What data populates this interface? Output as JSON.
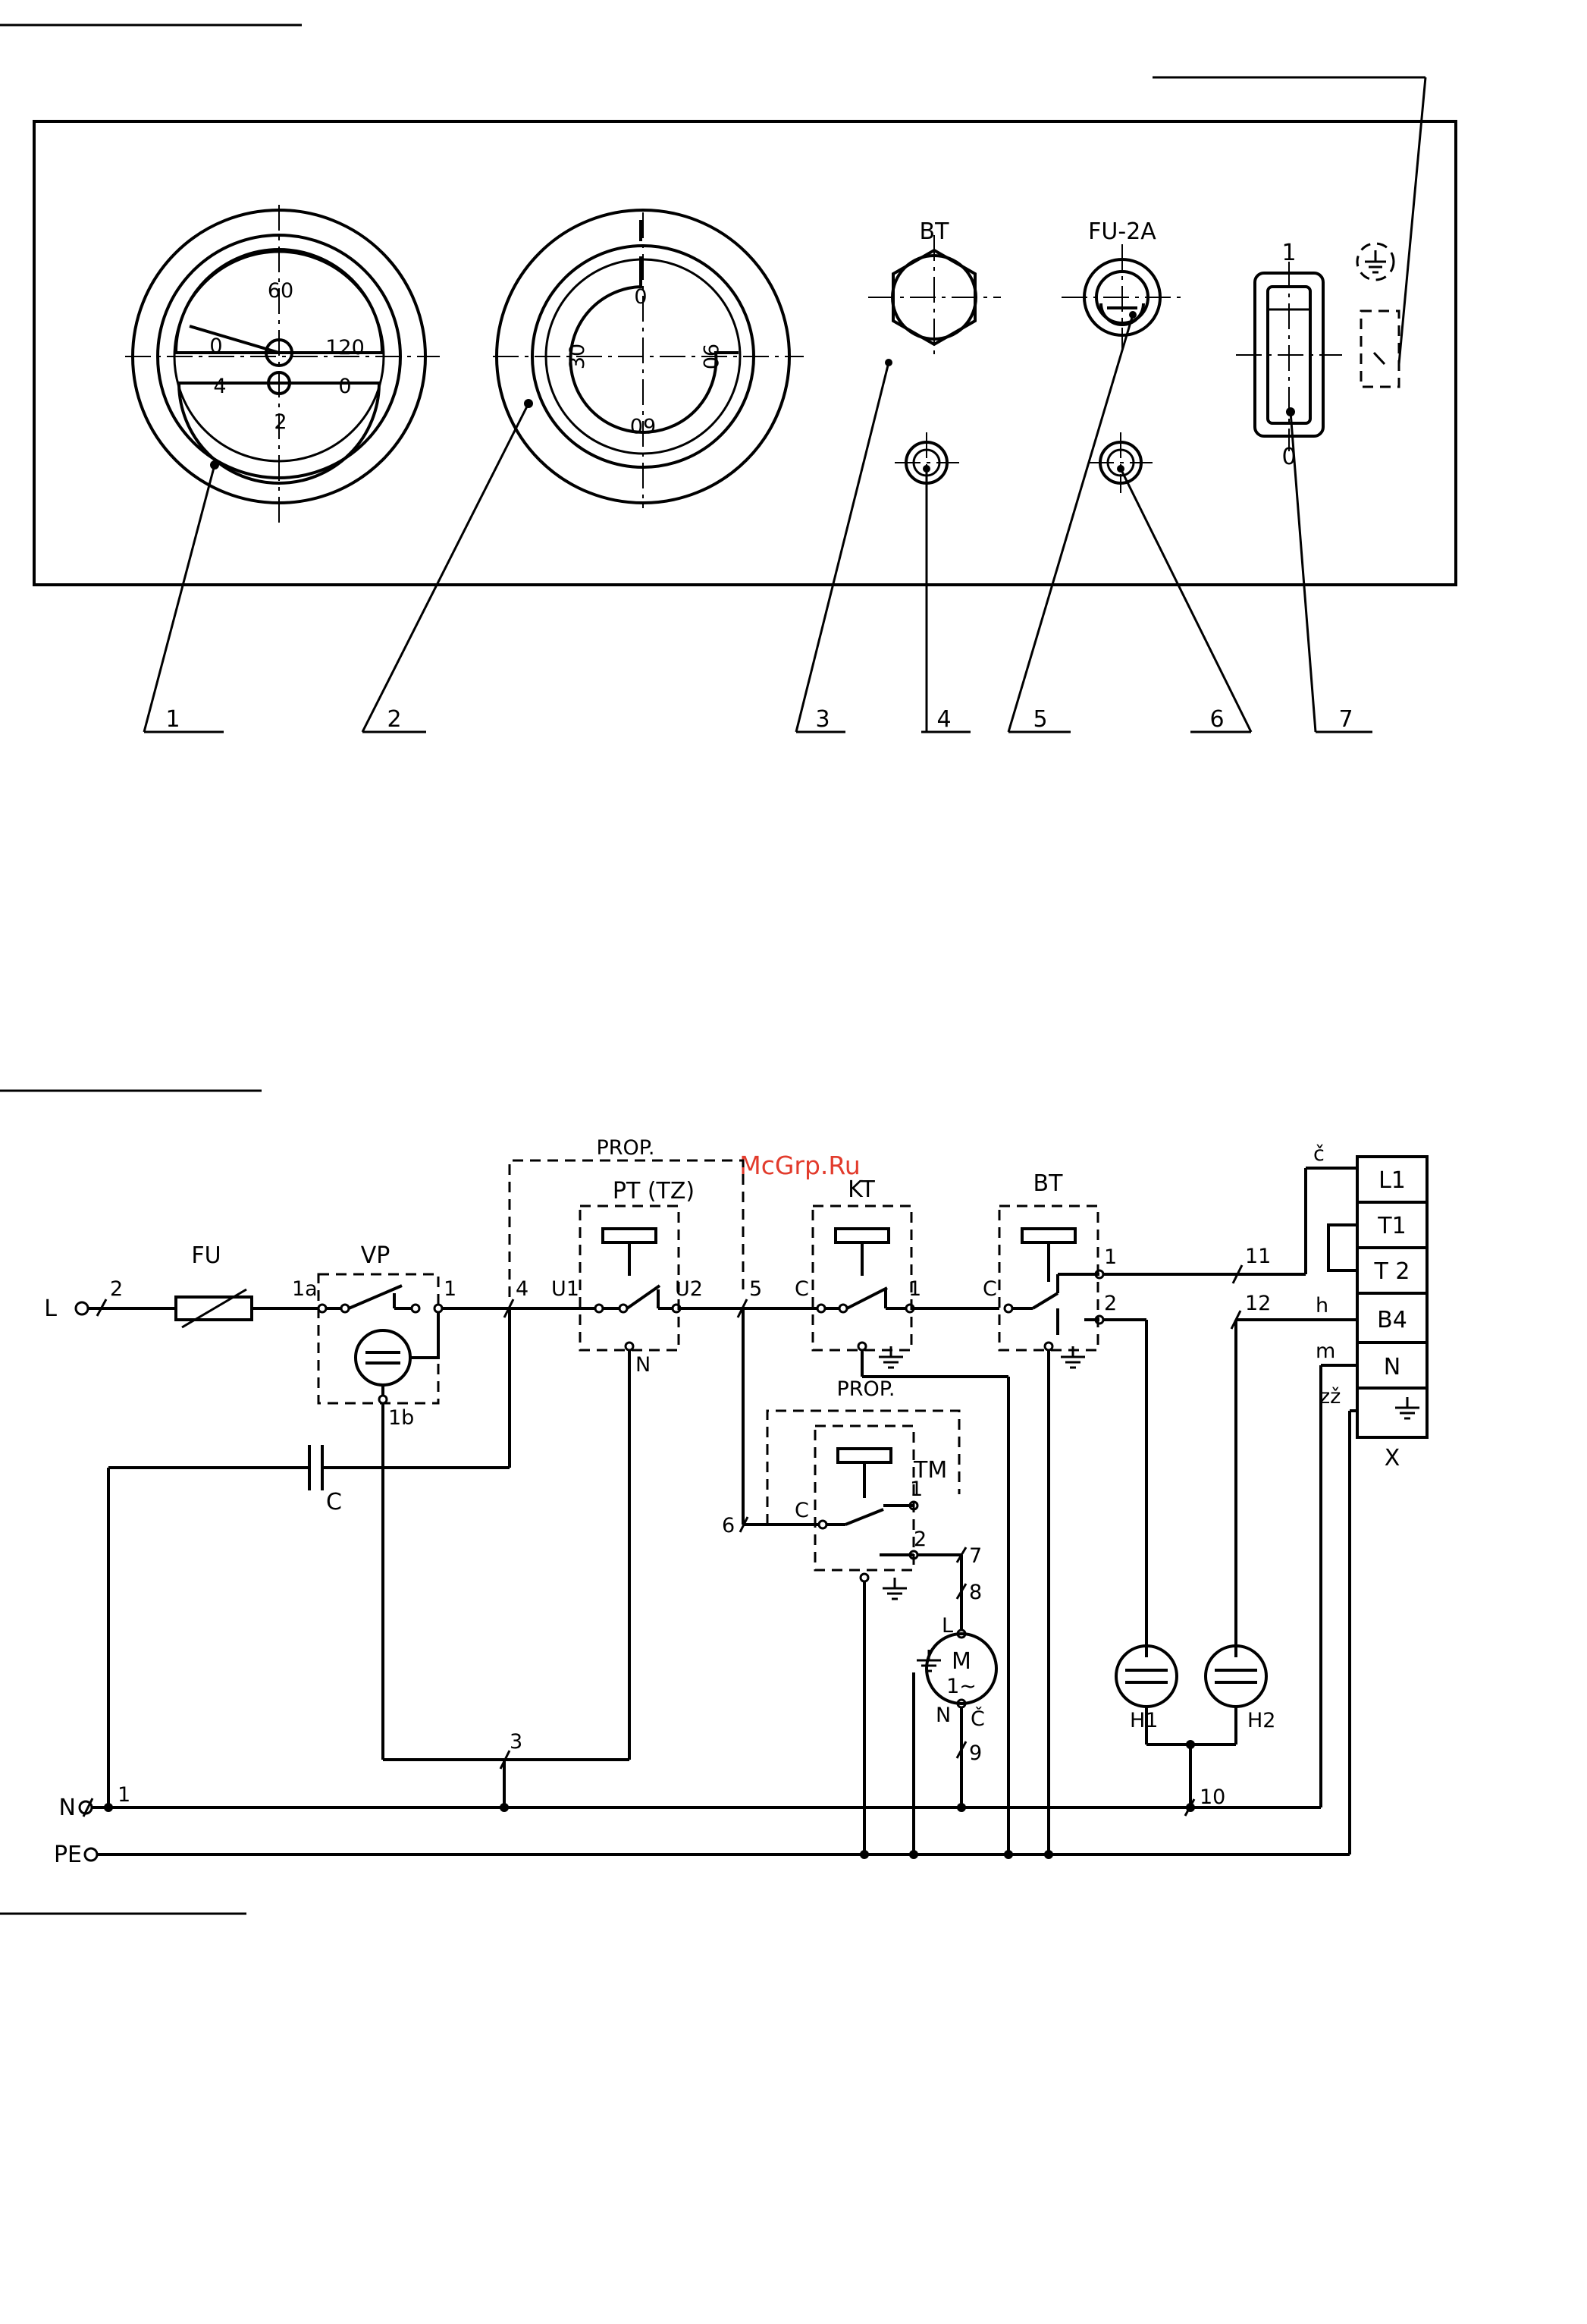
{
  "watermark": "McGrp.Ru",
  "panel": {
    "gauge1": {
      "scale_top": [
        "60",
        "0",
        "120"
      ],
      "scale_bottom": [
        "4",
        "0",
        "2"
      ]
    },
    "gauge2": {
      "scale": [
        "0",
        "30",
        "90",
        "60"
      ]
    },
    "bt_label": "BT",
    "fuse_label": "FU-2A",
    "switch_on": "1",
    "switch_off": "0",
    "callouts": [
      "1",
      "2",
      "3",
      "4",
      "5",
      "6",
      "7"
    ]
  },
  "schematic": {
    "lines": {
      "L": "L",
      "N": "N",
      "PE": "PE"
    },
    "fuse": "FU",
    "vp": {
      "name": "VP",
      "t_in": "1a",
      "t_out": "1",
      "t_lamp": "1b"
    },
    "capacitor": "C",
    "prop_top": "PROP.",
    "pt": {
      "name": "PT (TZ)",
      "u1": "U1",
      "u2": "U2",
      "n": "N"
    },
    "kt": {
      "name": "KT",
      "c": "C",
      "t1": "1"
    },
    "bt": {
      "name": "BT",
      "c": "C",
      "t1": "1",
      "t2": "2"
    },
    "prop_mid": "PROP.",
    "tm": {
      "name": "TM",
      "c": "C",
      "t1": "1",
      "t2": "2"
    },
    "motor": {
      "top": "M",
      "bottom": "1~",
      "l": "L",
      "n": "N",
      "c": "Č"
    },
    "lamps": [
      "H1",
      "H2"
    ],
    "wires": [
      "1",
      "2",
      "3",
      "4",
      "5",
      "6",
      "7",
      "8",
      "9",
      "10",
      "11",
      "12"
    ],
    "connector": {
      "name": "X",
      "rows": [
        "L1",
        "T1",
        "T 2",
        "B4",
        "N"
      ],
      "wire_colors": [
        "č",
        "h",
        "m",
        "zž"
      ]
    }
  }
}
